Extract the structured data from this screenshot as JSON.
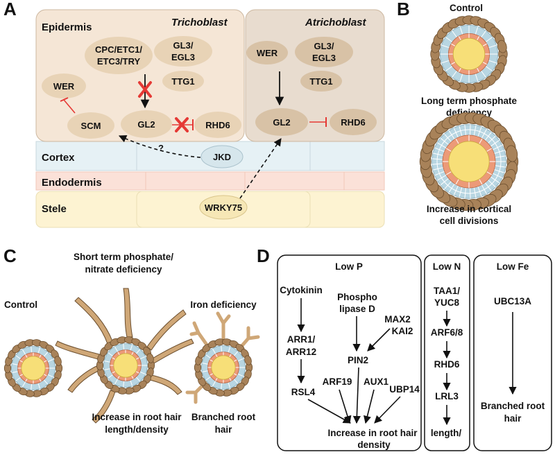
{
  "colors": {
    "tricho_bg": "#f5e6d6",
    "atricho_bg": "#e8dccf",
    "node_fill": "#e8d3b6",
    "node_fill_dark": "#d8c2a6",
    "cortex": "#e6f1f5",
    "endodermis": "#fbe1d8",
    "stele": "#fdf3d2",
    "inhibit": "#e53935",
    "hair": "#cfa777",
    "hair_stroke": "#6b4e2e",
    "epi_cell": "#a88259",
    "cortex_cell": "#b8d6e2",
    "endo_cell": "#ec9a78",
    "stele_core": "#f7df78"
  },
  "panelA": {
    "label": "A",
    "epidermis": "Epidermis",
    "trichoblast": "Trichoblast",
    "atrichoblast": "Atrichoblast",
    "cortex": "Cortex",
    "endodermis": "Endodermis",
    "stele": "Stele",
    "question": "?",
    "nodes": {
      "cpc_l1": "CPC/ETC1/",
      "cpc_l2": "ETC3/TRY",
      "gl3_l1": "GL3/",
      "gl3_l2": "EGL3",
      "ttg1": "TTG1",
      "wer": "WER",
      "scm": "SCM",
      "gl2": "GL2",
      "rhd6": "RHD6",
      "a_wer": "WER",
      "a_gl3_l1": "GL3/",
      "a_gl3_l2": "EGL3",
      "a_ttg1": "TTG1",
      "a_gl2": "GL2",
      "a_rhd6": "RHD6",
      "jkd": "JKD",
      "wrky75": "WRKY75"
    }
  },
  "panelB": {
    "label": "B",
    "control": "Control",
    "deficiency_l1": "Long term phosphate",
    "deficiency_l2": "deficiency",
    "increase_l1": "Increase in cortical",
    "increase_l2": "cell divisions"
  },
  "panelC": {
    "label": "C",
    "control": "Control",
    "short_l1": "Short term phosphate/",
    "short_l2": "nitrate deficiency",
    "iron": "Iron deficiency",
    "increase_l1": "Increase in root hair",
    "increase_l2": "length/density",
    "branched_l1": "Branched root",
    "branched_l2": "hair"
  },
  "panelD": {
    "label": "D",
    "lowP": {
      "title": "Low P",
      "cytokinin": "Cytokinin",
      "phospho_l1": "Phospho",
      "phospho_l2": "lipase D",
      "max2": "MAX2",
      "kai2": "KAI2",
      "arr_l1": "ARR1/",
      "arr_l2": "ARR12",
      "pin2": "PIN2",
      "arf19": "ARF19",
      "aux1": "AUX1",
      "ubp14": "UBP14",
      "rsl4": "RSL4",
      "out_l1": "Increase in root hair",
      "out_l2": "density"
    },
    "lowN": {
      "title": "Low N",
      "taa_l1": "TAA1/",
      "taa_l2": "YUC8",
      "arf": "ARF6/8",
      "rhd6": "RHD6",
      "lrl3": "LRL3",
      "out": "length/"
    },
    "lowFe": {
      "title": "Low Fe",
      "ubc": "UBC13A",
      "out_l1": "Branched root",
      "out_l2": "hair"
    }
  }
}
